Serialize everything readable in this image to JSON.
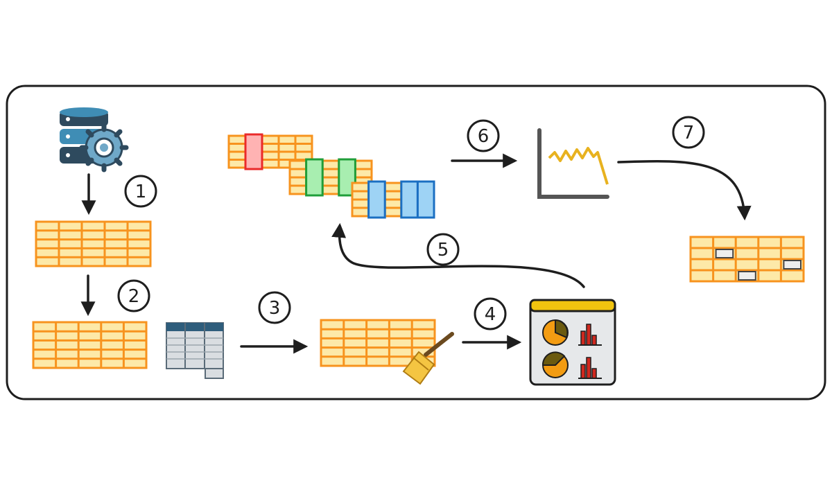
{
  "colors": {
    "ink": "#1e1e1e",
    "table_fill": "#fde9a8",
    "table_stroke": "#f7931e",
    "red": "#ea2a2a",
    "red_fill": "#ffb3b3",
    "green": "#1f9e3a",
    "green_fill": "#a8eeb0",
    "blue": "#1b6fc2",
    "blue_fill": "#9ed3f5",
    "db_dark": "#2e4a5e",
    "db_light": "#3f8db5",
    "gear": "#6fa8c8",
    "chart_line": "#e8b21f",
    "pie_orange": "#f39c12",
    "pie_dark": "#6b5a0f",
    "bar_red": "#d0291f"
  },
  "steps": [
    {
      "id": "step-1",
      "label": "1"
    },
    {
      "id": "step-2",
      "label": "2"
    },
    {
      "id": "step-3",
      "label": "3"
    },
    {
      "id": "step-4",
      "label": "4"
    },
    {
      "id": "step-5",
      "label": "5"
    },
    {
      "id": "step-6",
      "label": "6"
    },
    {
      "id": "step-7",
      "label": "7"
    }
  ],
  "icons": {
    "source": "database-gear-icon",
    "table": "spreadsheet-table-icon",
    "schema": "column-schema-icon",
    "cleaning": "broom-icon",
    "dashboard": "dashboard-icon",
    "line_chart": "line-chart-icon"
  }
}
